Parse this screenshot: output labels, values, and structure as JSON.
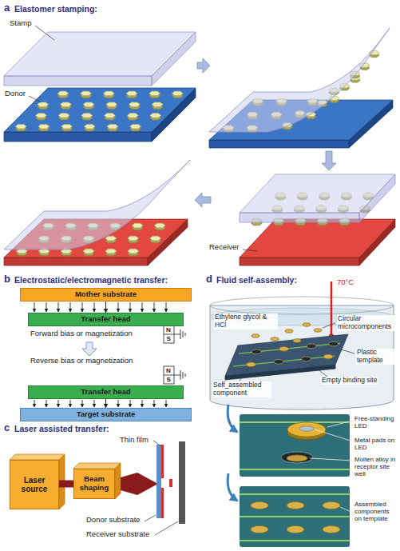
{
  "diagram": {
    "nodes": [
      {
        "text": [
          "Mother substrate"
        ]
      },
      {
        "text": [
          "Transfer head"
        ]
      },
      {
        "text": [
          "Transfer head"
        ]
      },
      {
        "text": [
          "Target substrate"
        ]
      },
      {
        "text": [
          "Laser source"
        ]
      },
      {
        "text": [
          "Beam shaping"
        ]
      }
    ],
    "edges": [
      {
        "from": 0,
        "to": 1,
        "arrow": "to"
      },
      {
        "from": 2,
        "to": 3,
        "arrow": "to"
      },
      {
        "from": 4,
        "to": 5,
        "arrow": "none"
      }
    ],
    "labels": [
      "a",
      "Elastomer stamping:",
      "Stamp",
      "Donor",
      "Receiver",
      "b",
      "Electrostatic/electromagnetic transfer:",
      "N",
      "S",
      "Forward bias or magnetization",
      "Reverse bias or magnetization",
      "N",
      "S",
      "c",
      "Laser assisted transfer:",
      "Thin film",
      "Donor substrate",
      "Receiver substrate",
      "d",
      "Fluid self-assembly:",
      "70°C",
      "Ethylene glycol & HCl",
      "Circular microcomponents",
      "Plastic template",
      "Self_assembled component",
      "Empty binding site",
      "Free-standing LED",
      "Metal pads on LED",
      "Molten alloy in receptor site well",
      "Assembled components on template"
    ]
  }
}
